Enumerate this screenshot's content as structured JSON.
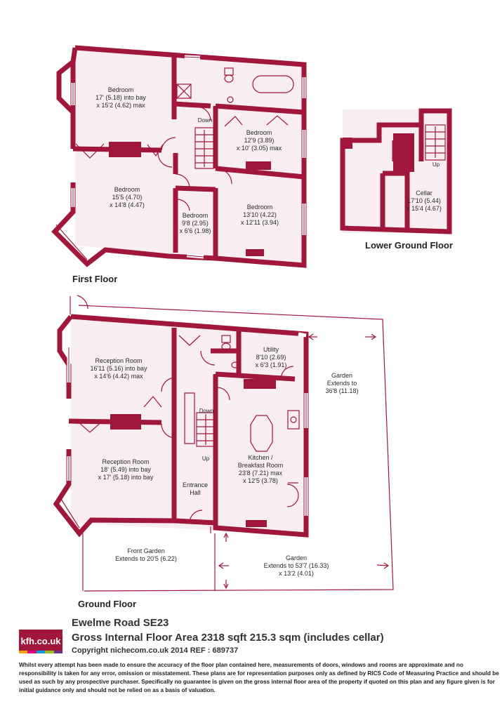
{
  "colors": {
    "wall": "#a0173b",
    "floor": "#f8eef1",
    "text": "#2a2a2a"
  },
  "floors": {
    "first": "First Floor",
    "lower": "Lower Ground Floor",
    "ground": "Ground Floor"
  },
  "rooms": {
    "ff_bed1": {
      "name": "Bedroom",
      "dim1": "17' (5.18) into bay",
      "dim2": "x 15'2 (4.62) max"
    },
    "ff_bed2": {
      "name": "Bedroom",
      "dim1": "12'9 (3.89)",
      "dim2": "x 10' (3.05) max"
    },
    "ff_bed3": {
      "name": "Bedroom",
      "dim1": "15'5 (4.70)",
      "dim2": "x 14'8 (4.47)"
    },
    "ff_bed4": {
      "name": "Bedroom",
      "dim1": "9'8 (2.95)",
      "dim2": "x 6'6 (1.98)"
    },
    "ff_bed5": {
      "name": "Bedroom",
      "dim1": "13'10 (4.22)",
      "dim2": "x 12'11 (3.94)"
    },
    "cellar": {
      "name": "Cellar",
      "dim1": "17'10 (5.44)",
      "dim2": "x 15'4 (4.67)"
    },
    "recep1": {
      "name": "Reception Room",
      "dim1": "16'11 (5.16) into bay",
      "dim2": "x 14'6 (4.42) max"
    },
    "recep2": {
      "name": "Reception Room",
      "dim1": "18' (5.49) into bay",
      "dim2": "x 17' (5.18) into bay"
    },
    "utility": {
      "name": "Utility",
      "dim1": "8'10 (2.69)",
      "dim2": "x 6'3 (1.91)"
    },
    "kitchen": {
      "name1": "Kitchen /",
      "name2": "Breakfast Room",
      "dim1": "23'8 (7.21) max",
      "dim2": "x 12'5 (3.78)"
    },
    "hall": {
      "name1": "Entrance",
      "name2": "Hall"
    },
    "garden_side": {
      "name": "Garden",
      "dim1": "Extends to",
      "dim2": "36'8 (11.18)"
    },
    "front_garden": {
      "name": "Front Garden",
      "dim1": "Extends to 20'5 (6.22)"
    },
    "garden_rear": {
      "name": "Garden",
      "dim1": "Extends to 53'7 (16.33)",
      "dim2": "x 13'2 (4.01)"
    }
  },
  "stairs": {
    "down_ff": "Down",
    "up_lg": "Up",
    "down_gf": "Down",
    "up_gf": "Up"
  },
  "footer": {
    "logo": "kfh.co.uk",
    "logo_stripes": [
      "#f7a600",
      "#e6007e",
      "#009fe3",
      "#95c11f",
      "#6f2c91"
    ],
    "address": "Ewelme Road SE23",
    "area": "Gross Internal Floor Area 2318 sqft 215.3 sqm (includes cellar)",
    "copyright": "Copyright nichecom.co.uk 2014 REF : 689737",
    "disclaimer": "Whilst every attempt has been made to ensure the accuracy of the floor plan contained here, measurements of doors, windows and rooms are approximate and no responsibility is taken for any error, omission or misstatement.  These plans are for representation purposes only as defined by RICS Code of Measuring Practice and should be used as such by any prospective purchaser.  Specifically no guarantee is given on the gross internal floor area of the property if quoted on this plan and any figure given is for initial guidance only and should not be relied on as a basis of valuation."
  }
}
